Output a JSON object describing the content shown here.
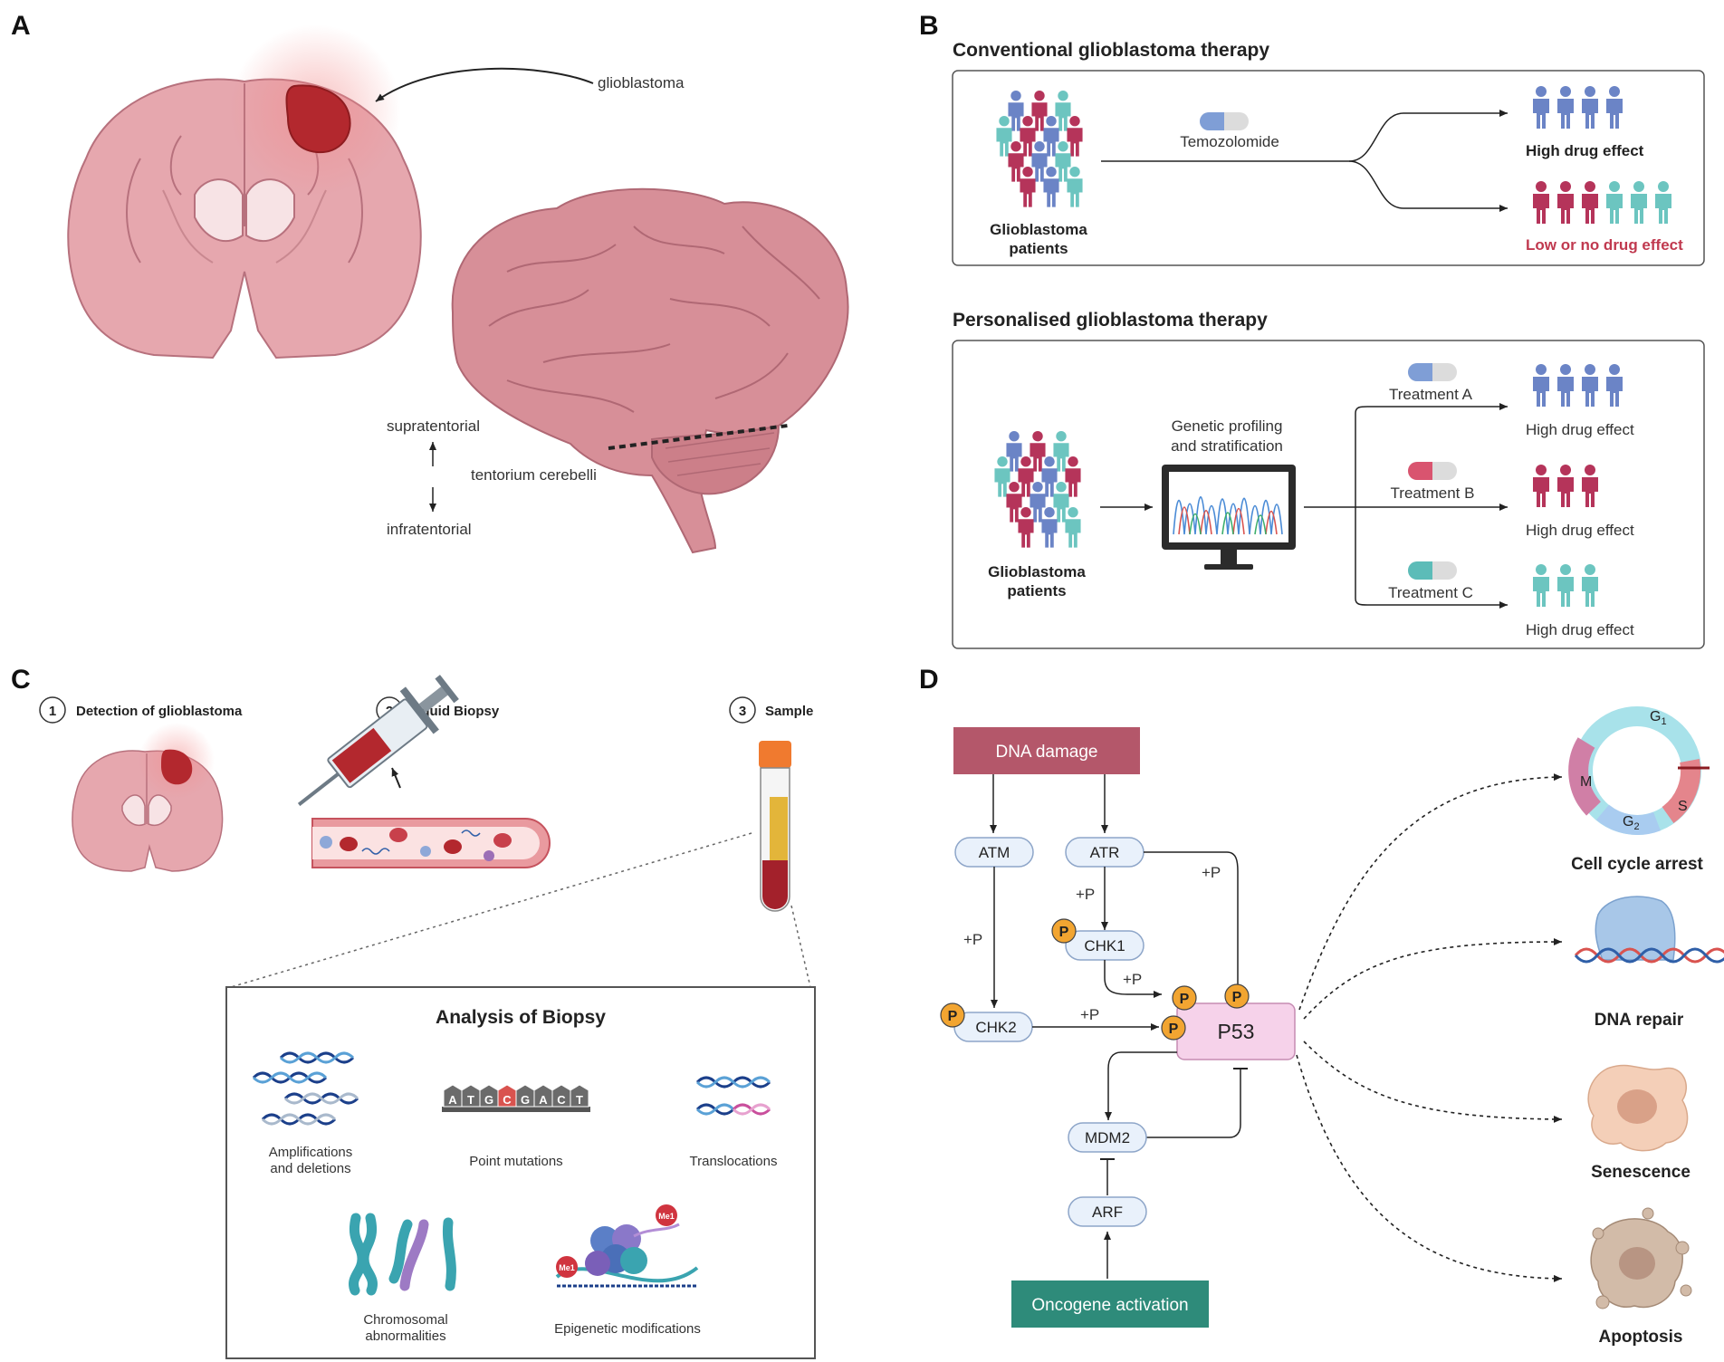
{
  "panels": {
    "a": "A",
    "b": "B",
    "c": "C",
    "d": "D"
  },
  "panel_a": {
    "glioblastoma": "glioblastoma",
    "supratentorial": "supratentorial",
    "tentorium": "tentorium cerebelli",
    "infratentorial": "infratentorial"
  },
  "panel_b": {
    "conventional": {
      "title": "Conventional glioblastoma therapy",
      "drug": "Temozolomide",
      "patients": [
        "Glioblastoma",
        "patients"
      ],
      "high": "High drug effect",
      "low": "Low or no drug effect"
    },
    "personalised": {
      "title": "Personalised glioblastoma therapy",
      "patients": [
        "Glioblastoma",
        "patients"
      ],
      "profiling": [
        "Genetic profiling",
        "and stratification"
      ],
      "treatment_a": "Treatment A",
      "treatment_b": "Treatment B",
      "treatment_c": "Treatment C",
      "high_a": "High drug effect",
      "high_b": "High drug effect",
      "high_c": "High drug effect"
    },
    "colors": {
      "blue": "#6b84c6",
      "red": "#b5345a",
      "teal": "#6cc5c0",
      "low_text": "#c0394f"
    }
  },
  "panel_c": {
    "steps": [
      {
        "num": "1",
        "label": "Detection of glioblastoma"
      },
      {
        "num": "2",
        "label": "Liquid Biopsy"
      },
      {
        "num": "3",
        "label": "Sample"
      }
    ],
    "analysis": {
      "title": "Analysis of Biopsy",
      "amplifications": [
        "Amplifications",
        "and deletions"
      ],
      "point_mutations": "Point mutations",
      "bases": [
        "A",
        "T",
        "G",
        "C",
        "G",
        "A",
        "C",
        "T"
      ],
      "translocations": "Translocations",
      "chromosomal": [
        "Chromosomal",
        "abnormalities"
      ],
      "epigenetic": "Epigenetic modifications",
      "me1": "Me1"
    }
  },
  "panel_d": {
    "dna_damage": "DNA damage",
    "atm": "ATM",
    "atr": "ATR",
    "chk1": "CHK1",
    "chk2": "CHK2",
    "p53": "P53",
    "mdm2": "MDM2",
    "arf": "ARF",
    "oncogene": "Oncogene activation",
    "plus_p": "+P",
    "p": "P",
    "cycle": {
      "g1": "G",
      "g1_sub": "1",
      "g2": "G",
      "g2_sub": "2",
      "s": "S",
      "m": "M"
    },
    "outcomes": [
      "Cell cycle arrest",
      "DNA repair",
      "Senescence",
      "Apoptosis"
    ],
    "colors": {
      "dna_damage": "#b4576a",
      "oncogene": "#2e8b7a",
      "p53": "#f6d2ea",
      "node": "#e9f1fb",
      "phospho": "#f2a531"
    }
  }
}
